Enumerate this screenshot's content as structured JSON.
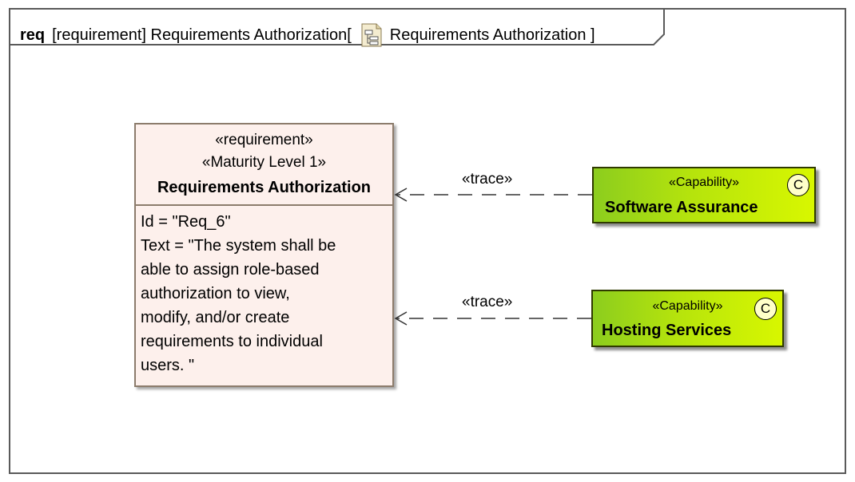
{
  "frame": {
    "keyword": "req",
    "title": "[requirement] Requirements Authorization[",
    "diagram_name": "Requirements Authorization ]",
    "icon": "requirement-diagram-icon"
  },
  "requirement": {
    "stereotype1": "«requirement»",
    "stereotype2": "«Maturity Level 1»",
    "name": "Requirements Authorization",
    "lines": [
      "Id = \"Req_6\"",
      "Text = \"The system shall be",
      "able to assign role-based",
      "authorization to view,",
      "modify, and/or create",
      "requirements to individual",
      "users. \""
    ]
  },
  "capabilities": [
    {
      "stereotype": "«Capability»",
      "name": "Software Assurance",
      "badge": "C"
    },
    {
      "stereotype": "«Capability»",
      "name": "Hosting Services",
      "badge": "C"
    }
  ],
  "edges": [
    {
      "label": "«trace»",
      "from": "Software Assurance",
      "to": "Requirements Authorization"
    },
    {
      "label": "«trace»",
      "from": "Hosting Services",
      "to": "Requirements Authorization"
    }
  ],
  "colors": {
    "requirement_fill": "#fdf0ec",
    "capability_gradient_start": "#8ccd1e",
    "capability_gradient_end": "#d8f700",
    "badge_fill": "#ffffc8"
  }
}
